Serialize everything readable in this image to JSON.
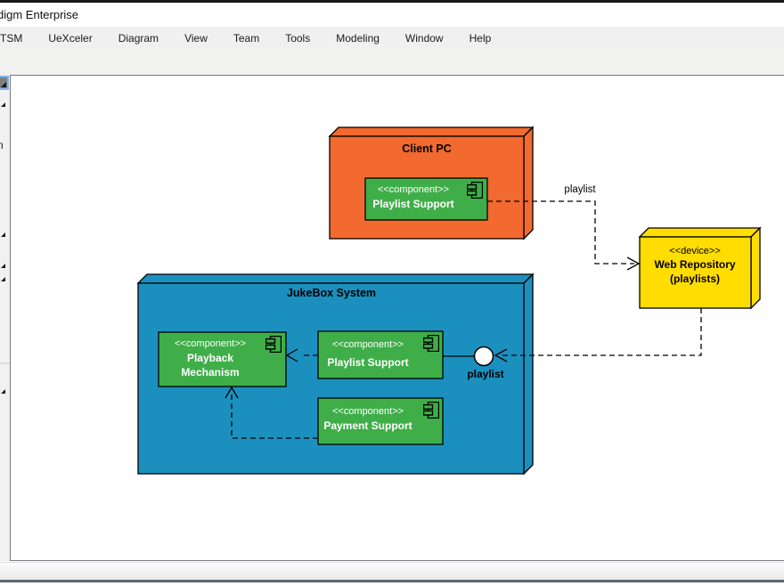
{
  "window": {
    "title": "digm Enterprise"
  },
  "menu": {
    "items": [
      "TSM",
      "UeXceler",
      "Diagram",
      "View",
      "Team",
      "Tools",
      "Modeling",
      "Window",
      "Help"
    ]
  },
  "palette": {
    "cut_label": "n"
  },
  "colors": {
    "node_orange": "#F26A2F",
    "node_blue": "#1B90BF",
    "node_yellow": "#FFDD00",
    "component_green": "#3FAE49",
    "edge_black": "#000000"
  },
  "diagram": {
    "client_pc": {
      "title": "Client PC",
      "component": {
        "stereotype": "<<component>>",
        "name": "Playlist Support"
      }
    },
    "jukebox": {
      "title": "JukeBox System",
      "components": [
        {
          "stereotype": "<<component>>",
          "name_line1": "Playback",
          "name_line2": "Mechanism"
        },
        {
          "stereotype": "<<component>>",
          "name_line1": "Playlist Support"
        },
        {
          "stereotype": "<<component>>",
          "name_line1": "Payment Support"
        }
      ]
    },
    "web_repository": {
      "stereotype": "<<device>>",
      "name_line1": "Web Repository",
      "name_line2": "(playlists)"
    },
    "edge_labels": {
      "client_to_repo": "playlist",
      "interface": "playlist"
    }
  }
}
